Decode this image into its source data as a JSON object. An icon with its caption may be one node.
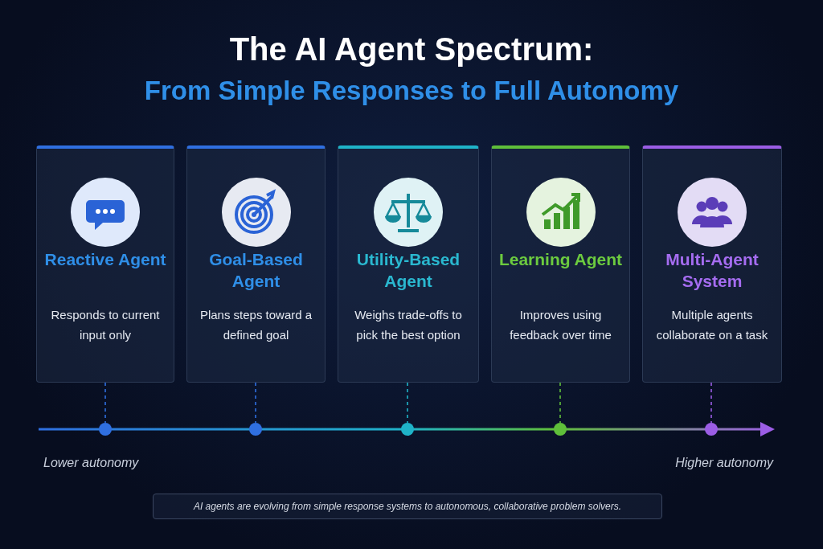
{
  "diagram": {
    "title": "The AI Agent Spectrum:",
    "caption": "AI agents are evolving from simple response systems to autonomous, collaborative problem solvers.",
    "nodes": [
      {
        "text": [
          "Reactive Agent",
          "Responds to current input only"
        ]
      },
      {
        "text": [
          "Goal-Based Agent",
          "Plans steps toward a defined goal"
        ]
      },
      {
        "text": [
          "Utility-Based Agent",
          "Weighs trade-offs to pick the best option"
        ]
      },
      {
        "text": [
          "Learning Agent",
          "Improves using feedback over time"
        ]
      },
      {
        "text": [
          "Multi-Agent System",
          "Multiple agents collaborate on a task"
        ]
      },
      {
        "text": [],
        "shape": "circle"
      },
      {
        "text": [],
        "shape": "circle"
      },
      {
        "text": [],
        "shape": "circle"
      },
      {
        "text": [],
        "shape": "circle"
      },
      {
        "text": [],
        "shape": "circle"
      }
    ],
    "edges": [
      {
        "from": 0,
        "to": 5,
        "arrow": "none",
        "style": "dashed",
        "color": "#2f6fe0"
      },
      {
        "from": 1,
        "to": 6,
        "arrow": "none",
        "style": "dashed",
        "color": "#2f6fe0"
      },
      {
        "from": 2,
        "to": 7,
        "arrow": "none",
        "style": "dashed",
        "color": "#1fb3c8"
      },
      {
        "from": 3,
        "to": 8,
        "arrow": "none",
        "style": "dashed",
        "color": "#5fbf3a"
      },
      {
        "from": 4,
        "to": 9,
        "arrow": "none",
        "style": "dashed",
        "color": "#9b5de5"
      }
    ],
    "labels": [
      "From Simple Responses to Full Autonomy",
      "Lower autonomy",
      "Higher autonomy"
    ]
  }
}
